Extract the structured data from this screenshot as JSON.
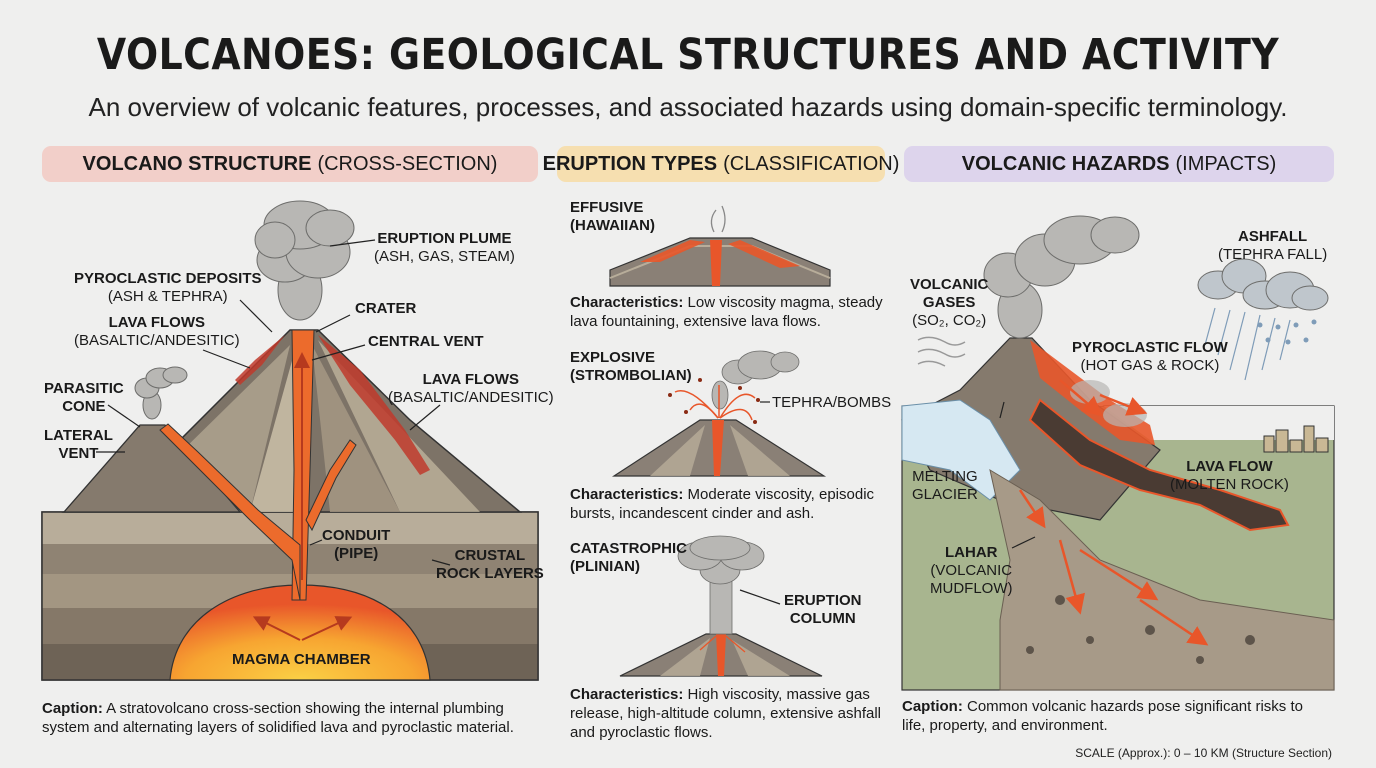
{
  "title": "VOLCANOES: GEOLOGICAL STRUCTURES AND ACTIVITY",
  "subtitle": "An overview of volcanic features, processes, and associated hazards using domain-specific terminology.",
  "sections": {
    "structure": {
      "bold": "VOLCANO STRUCTURE",
      "light": "(CROSS-SECTION)"
    },
    "eruption": {
      "bold": "ERUPTION TYPES",
      "light": "(CLASSIFICATION)"
    },
    "hazards": {
      "bold": "VOLCANIC HAZARDS",
      "light": "(IMPACTS)"
    }
  },
  "structure_labels": {
    "eruption_plume": {
      "bold": "ERUPTION PLUME",
      "sub": "(ASH, GAS, STEAM)"
    },
    "pyroclastic_deposits": {
      "bold": "PYROCLASTIC DEPOSITS",
      "sub": "(ASH & TEPHRA)"
    },
    "crater": {
      "bold": "CRATER"
    },
    "lava_flows_left": {
      "bold": "LAVA FLOWS",
      "sub": "(BASALTIC/ANDESITIC)"
    },
    "central_vent": {
      "bold": "CENTRAL VENT"
    },
    "lava_flows_right": {
      "bold": "LAVA FLOWS",
      "sub": "(BASALTIC/ANDESITIC)"
    },
    "parasitic_cone": {
      "line1": "PARASITIC",
      "line2": "CONE"
    },
    "lateral_vent": {
      "line1": "LATERAL",
      "line2": "VENT"
    },
    "conduit": {
      "line1": "CONDUIT",
      "line2": "(PIPE)"
    },
    "crustal": {
      "line1": "CRUSTAL",
      "line2": "ROCK LAYERS"
    },
    "magma_chamber": {
      "bold": "MAGMA CHAMBER"
    }
  },
  "structure_caption": {
    "bold": "Caption:",
    "text": " A stratovolcano cross-section showing the internal plumbing system and alternating layers of solidified lava and pyroclastic material."
  },
  "eruption_types": [
    {
      "line1": "EFFUSIVE",
      "line2": "(HAWAIIAN)",
      "char_bold": "Characteristics:",
      "char_text": " Low viscosity magma, steady lava fountaining, extensive lava flows."
    },
    {
      "line1": "EXPLOSIVE",
      "line2": "(STROMBOLIAN)",
      "char_bold": "Characteristics:",
      "char_text": " Moderate viscosity, episodic bursts, incandescent cinder and ash."
    },
    {
      "line1": "CATASTROPHIC",
      "line2": "(PLINIAN)",
      "char_bold": "Characteristics:",
      "char_text": " High viscosity, massive gas release, high-altitude column, extensive ashfall and pyroclastic flows."
    }
  ],
  "eruption_labels": {
    "tephra": "TEPHRA/BOMBS",
    "column_line1": "ERUPTION",
    "column_line2": "COLUMN"
  },
  "hazard_labels": {
    "ashfall": {
      "bold": "ASHFALL",
      "sub": "(TEPHRA FALL)"
    },
    "gases": {
      "line1": "VOLCANIC",
      "line2": "GASES",
      "sub": "(SO₂, CO₂)"
    },
    "pyroclastic_flow": {
      "bold": "PYROCLASTIC FLOW",
      "sub": "(HOT GAS & ROCK)"
    },
    "melting_glacier": {
      "line1": "MELTING",
      "line2": "GLACIER"
    },
    "lava_flow": {
      "bold": "LAVA FLOW",
      "sub": "(MOLTEN ROCK)"
    },
    "lahar": {
      "bold": "LAHAR",
      "sub1": "(VOLCANIC",
      "sub2": "MUDFLOW)"
    }
  },
  "hazards_caption": {
    "bold": "Caption:",
    "text": " Common volcanic hazards pose significant risks to life, property, and environment."
  },
  "scale": "SCALE (Approx.): 0 – 10 KM (Structure Section)",
  "colors": {
    "lava": "#e8562a",
    "magma": "#f7a531",
    "rock": "#8a7f73",
    "ash": "#b5b5b3",
    "ground": "#a8b58f"
  }
}
